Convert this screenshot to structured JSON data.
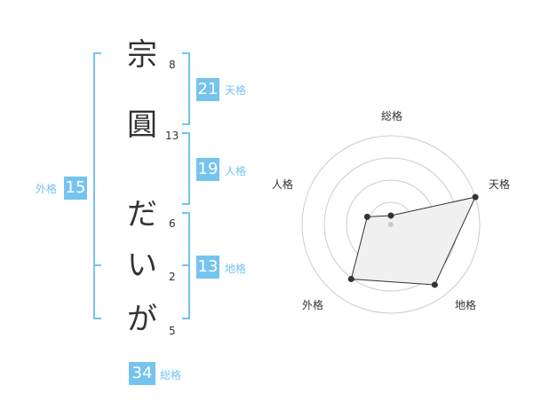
{
  "name_chars": [
    {
      "char": "宗",
      "strokes": "8"
    },
    {
      "char": "圓",
      "strokes": "13"
    },
    {
      "char": "だ",
      "strokes": "6"
    },
    {
      "char": "い",
      "strokes": "2"
    },
    {
      "char": "が",
      "strokes": "5"
    }
  ],
  "kakusu": {
    "tenkaku": {
      "value": "21",
      "label": "天格"
    },
    "jinkaku": {
      "value": "19",
      "label": "人格"
    },
    "chikaku": {
      "value": "13",
      "label": "地格"
    },
    "gaikaku": {
      "value": "15",
      "label": "外格"
    },
    "soukaku": {
      "value": "34",
      "label": "総格"
    }
  },
  "radar": {
    "axes": [
      "総格",
      "天格",
      "地格",
      "外格",
      "人格"
    ],
    "values": [
      0.5,
      5.0,
      4.2,
      3.8,
      1.4
    ],
    "max": 5,
    "rings": 4,
    "colors": {
      "ring": "#cccccc",
      "fill": "#f0f0f0",
      "stroke": "#333333",
      "dot": "#333333",
      "center_dot": "#cccccc"
    }
  },
  "colors": {
    "accent": "#75c3ef",
    "text": "#333333"
  }
}
